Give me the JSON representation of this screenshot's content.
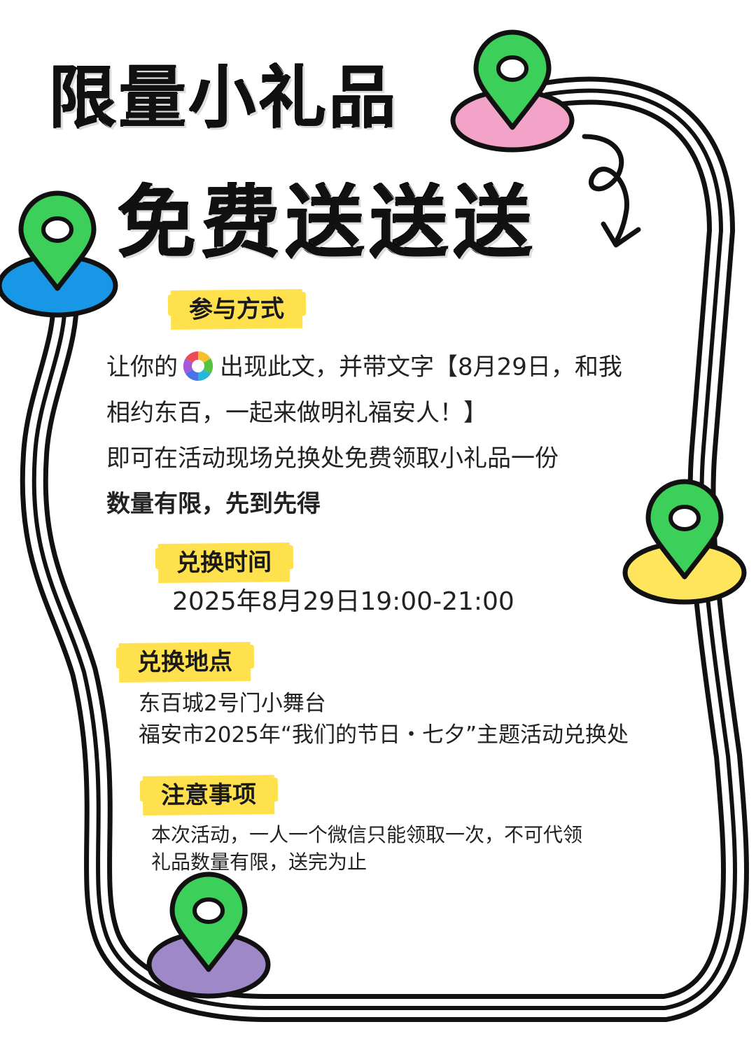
{
  "title_line1": "限量小礼品",
  "title_line2": "免费送送送",
  "participate": {
    "heading": "参与方式",
    "line1_before_icon": "让你的",
    "line1_after_icon": "出现此文，并带文字【8月29日，和我",
    "line2": "相约东百，一起来做明礼福安人！】",
    "line3": "即可在活动现场兑换处免费领取小礼品一份",
    "line4": "数量有限，先到先得"
  },
  "time": {
    "heading": "兑换时间",
    "value": "2025年8月29日19:00-21:00"
  },
  "place": {
    "heading": "兑换地点",
    "line1": "东百城2号门小舞台",
    "line2": "福安市2025年“我们的节日・七夕”主题活动兑换处"
  },
  "notes": {
    "heading": "注意事项",
    "line1": "本次活动，一人一个微信只能领取一次，不可代领",
    "line2": "礼品数量有限，送完为止"
  },
  "colors": {
    "pin_green": "#3ccf5a",
    "pin_base_pink": "#f2a3c7",
    "pin_base_blue": "#1897e6",
    "pin_base_yellow": "#ffe55c",
    "pin_base_purple": "#9e88c8",
    "tag_yellow": "#ffe14d"
  },
  "icons": [
    "location-pin-icon",
    "moments-camera-icon",
    "curly-arrow-icon"
  ]
}
